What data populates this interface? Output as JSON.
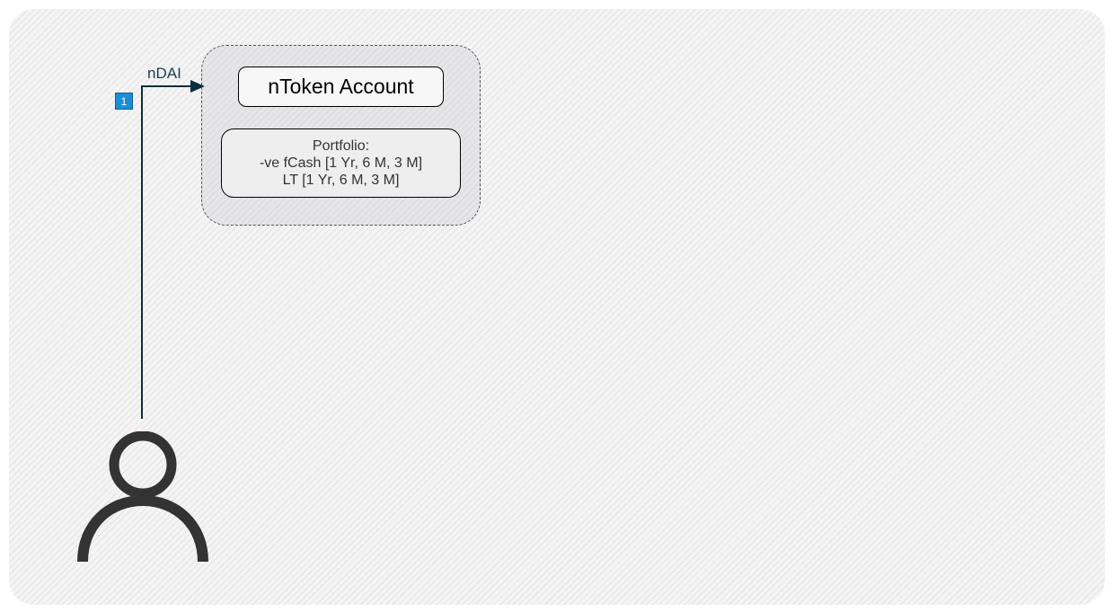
{
  "diagram": {
    "group_title": "nToken Account",
    "portfolio_lines": [
      "Portfolio:",
      "-ve fCash [1 Yr, 6 M, 3 M]",
      "LT [1 Yr, 6 M, 3 M]"
    ],
    "flow_label": "nDAI",
    "step_number": "1",
    "actor_icon": "user-icon"
  },
  "colors": {
    "arrow": "#0d2f3d",
    "badge": "#1a8fd8",
    "user_icon": "#333333"
  }
}
